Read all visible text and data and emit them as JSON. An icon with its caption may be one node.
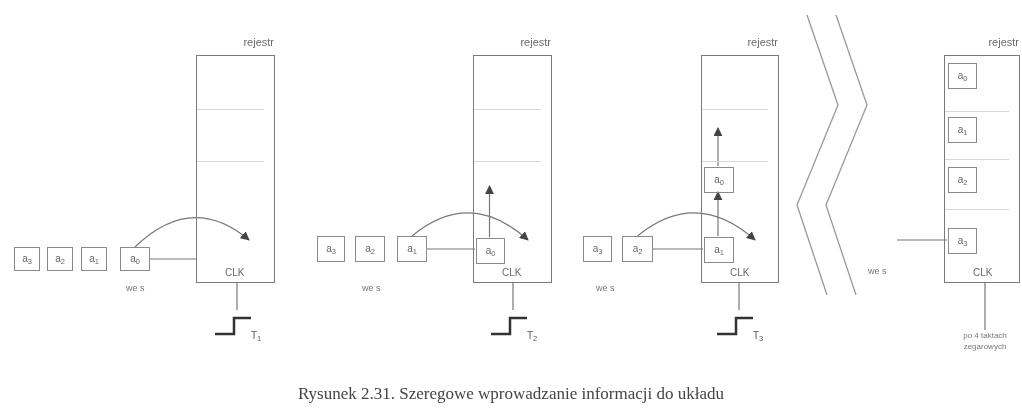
{
  "diagram": {
    "caption": "Rysunek 2.31. Szeregowe wprowadzanie informacji do układu",
    "nodes": [
      {
        "text": [
          "rejestr",
          "CLK"
        ]
      },
      {
        "text": [
          "a$_{3}$"
        ]
      },
      {
        "text": [
          "a$_{2}$"
        ]
      },
      {
        "text": [
          "a$_{1}$"
        ]
      },
      {
        "text": [
          "a$_{0}$"
        ]
      },
      {
        "text": [
          "T$_{1}$"
        ]
      },
      {
        "text": [
          "rejestr",
          "CLK"
        ]
      },
      {
        "text": [
          "a$_{3}$"
        ]
      },
      {
        "text": [
          "a$_{2}$"
        ]
      },
      {
        "text": [
          "a$_{1}$"
        ]
      },
      {
        "text": [
          "a$_{0}$"
        ],
        "in": 6
      },
      {
        "text": [
          "T$_{2}$"
        ]
      },
      {
        "text": [
          "rejestr",
          "CLK"
        ]
      },
      {
        "text": [
          "a$_{3}$"
        ]
      },
      {
        "text": [
          "a$_{2}$"
        ]
      },
      {
        "text": [
          "a$_{0}$"
        ],
        "in": 12
      },
      {
        "text": [
          "a$_{1}$"
        ],
        "in": 12
      },
      {
        "text": [
          "T$_{3}$"
        ]
      },
      {
        "text": [
          "rejestr",
          "CLK"
        ]
      },
      {
        "text": [
          "a$_{0}$"
        ],
        "in": 18
      },
      {
        "text": [
          "a$_{1}$"
        ],
        "in": 18
      },
      {
        "text": [
          "a$_{2}$"
        ],
        "in": 18
      },
      {
        "text": [
          "a$_{3}$"
        ],
        "in": 18
      },
      {
        "text": [
          "po 4 taktach zegarowych"
        ]
      }
    ],
    "edges": [
      {
        "from": 4,
        "to": 0,
        "arrow": "none"
      },
      {
        "from": 4,
        "to": 0,
        "arrow": "to"
      },
      {
        "from": 0,
        "to": 5,
        "arrow": "none"
      },
      {
        "from": 9,
        "to": 10,
        "arrow": "none"
      },
      {
        "from": 9,
        "to": 10,
        "arrow": "to"
      },
      {
        "from": 10,
        "to": null,
        "arrow": "to"
      },
      {
        "from": 6,
        "to": 11,
        "arrow": "none"
      },
      {
        "from": 14,
        "to": 16,
        "arrow": "none"
      },
      {
        "from": 14,
        "to": 16,
        "arrow": "to"
      },
      {
        "from": 16,
        "to": 15,
        "arrow": "to"
      },
      {
        "from": 15,
        "to": null,
        "arrow": "to"
      },
      {
        "from": 12,
        "to": 17,
        "arrow": "none"
      },
      {
        "from": null,
        "to": 22,
        "arrow": "none"
      },
      {
        "from": 18,
        "to": 23,
        "arrow": "none"
      }
    ],
    "labels": [
      "we s",
      "we s",
      "we s",
      "we s"
    ]
  }
}
